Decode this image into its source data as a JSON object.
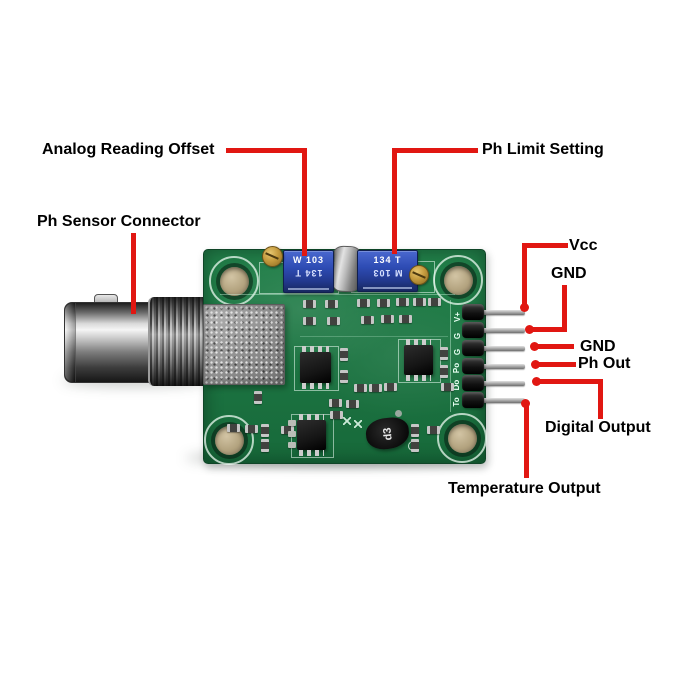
{
  "annotations": {
    "analog_reading_offset": "Analog Reading Offset",
    "ph_limit_setting": "Ph Limit Setting",
    "ph_sensor_connector": "Ph Sensor Connector",
    "pin_callouts": [
      {
        "label": "Vcc"
      },
      {
        "label": "GND"
      },
      {
        "label": "GND"
      },
      {
        "label": "Ph Out"
      },
      {
        "label": "Digital Output"
      },
      {
        "label": "Temperature Output"
      }
    ]
  },
  "board": {
    "potentiometer_left": {
      "marking_top": "W 103",
      "marking_bottom": "134 T"
    },
    "potentiometer_right": {
      "marking_top": "134 T",
      "marking_bottom": "M 103"
    },
    "diode_marking": "d3",
    "pin_silkscreen": [
      "V+",
      "G",
      "G",
      "Po",
      "Do",
      "To"
    ]
  },
  "colors": {
    "background": "#ffffff",
    "annotation_red": "#e11712",
    "pcb_green": "#1e7b45",
    "potentiometer_blue": "#2e4cb4",
    "label_text": "#000000"
  }
}
